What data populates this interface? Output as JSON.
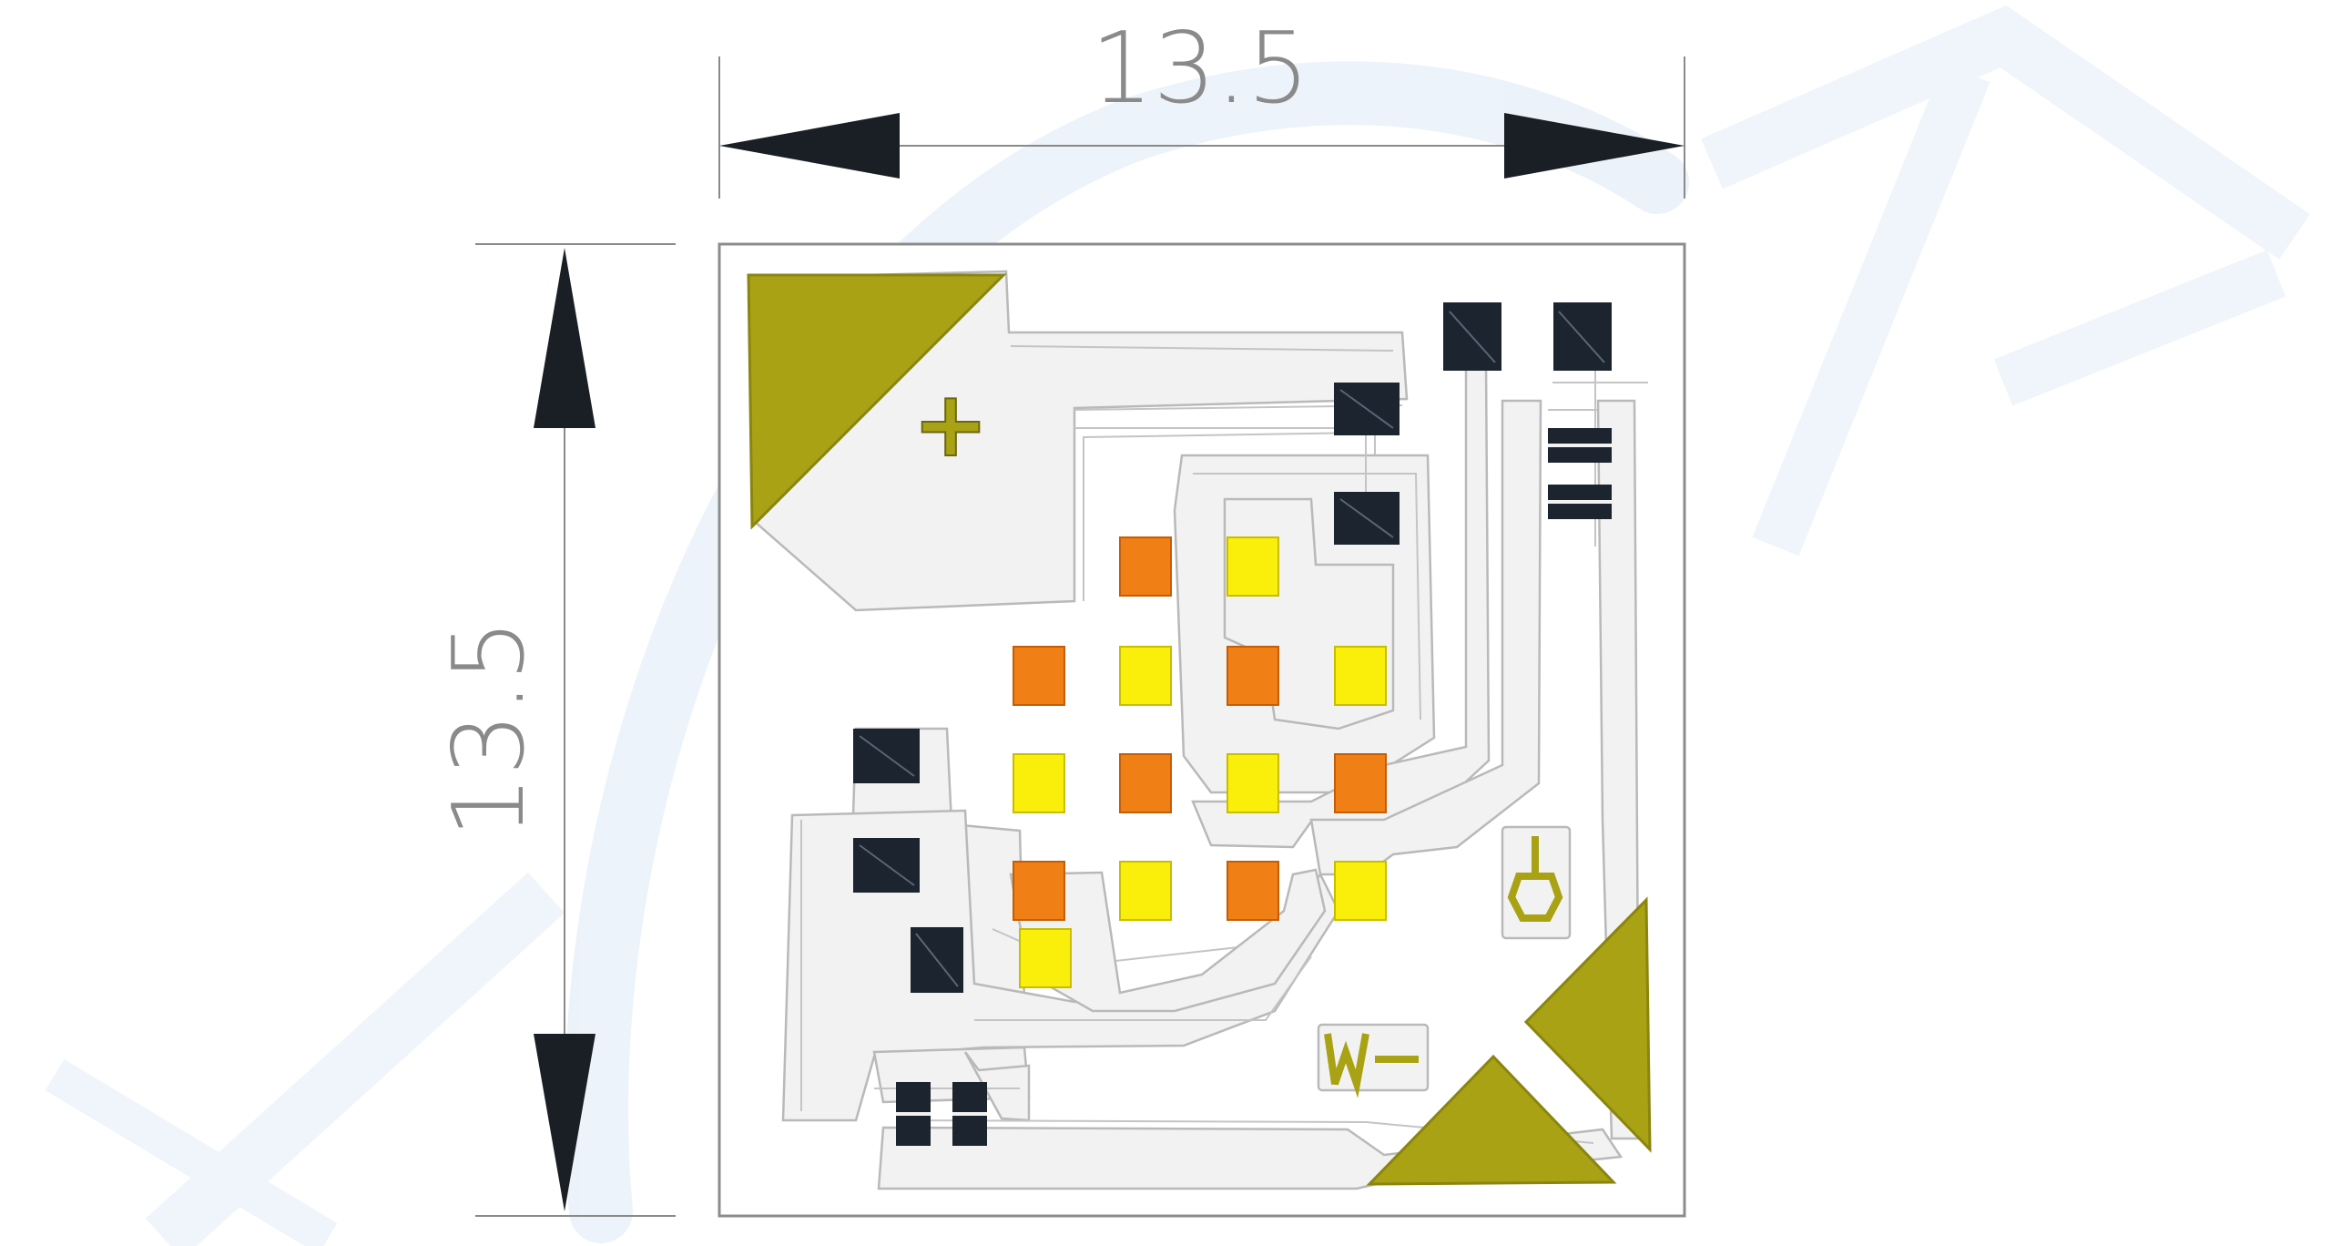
{
  "dimensions": {
    "width_label": "13.5",
    "height_label": "13.5"
  },
  "polarity": {
    "plus_symbol": "+"
  },
  "colors": {
    "background": "#ffffff",
    "board_outline": "#8c8c8c",
    "pad_olive": "#a8a214",
    "pad_dark": "#1c2430",
    "led_orange": "#f07f16",
    "led_yellow": "#f9ef0b",
    "trace_fill": "#f2f2f2",
    "trace_stroke": "#b9b9b9",
    "watermark": "#dbe9f6",
    "dimension_line": "#8a8a8a",
    "arrow": "#1a1f26"
  },
  "led_grid": {
    "rows": [
      [
        "empty",
        "orange",
        "yellow",
        "empty"
      ],
      [
        "orange",
        "yellow",
        "orange",
        "yellow"
      ],
      [
        "yellow",
        "orange",
        "yellow",
        "orange"
      ],
      [
        "orange",
        "yellow",
        "orange",
        "yellow"
      ],
      [
        "yellow",
        "empty",
        "empty",
        "empty"
      ]
    ]
  }
}
